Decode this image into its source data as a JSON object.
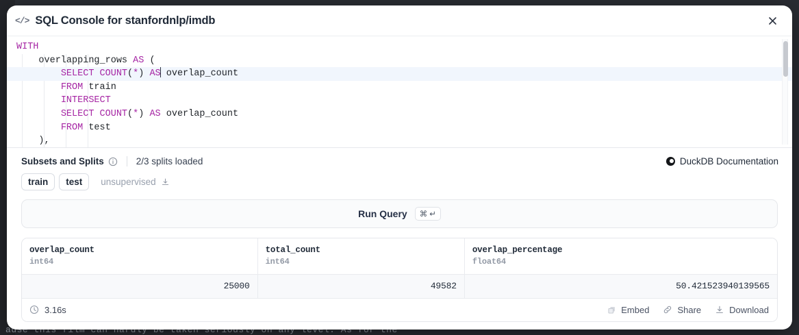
{
  "backdrop": {
    "text": "ause this film can hardly be taken seriously on any level. As for the"
  },
  "header": {
    "icon": "code-tag-icon",
    "title": "SQL Console for stanfordnlp/imdb",
    "close_icon": "close-icon"
  },
  "editor": {
    "lines": [
      [
        {
          "t": "WITH",
          "k": true
        }
      ],
      [
        {
          "t": "    overlapping_rows ",
          "k": false
        },
        {
          "t": "AS",
          "k": true
        },
        {
          "t": " (",
          "k": false
        }
      ],
      [
        {
          "t": "        ",
          "k": false
        },
        {
          "t": "SELECT COUNT",
          "k": true
        },
        {
          "t": "(",
          "k": false
        },
        {
          "t": "*",
          "k": true
        },
        {
          "t": ") ",
          "k": false
        },
        {
          "t": "AS",
          "k": true
        },
        {
          "t": "|",
          "k": false
        },
        {
          "t": " overlap_count",
          "k": false
        }
      ],
      [
        {
          "t": "        ",
          "k": false
        },
        {
          "t": "FROM",
          "k": true
        },
        {
          "t": " train",
          "k": false
        }
      ],
      [
        {
          "t": "        ",
          "k": false
        },
        {
          "t": "INTERSECT",
          "k": true
        }
      ],
      [
        {
          "t": "        ",
          "k": false
        },
        {
          "t": "SELECT COUNT",
          "k": true
        },
        {
          "t": "(",
          "k": false
        },
        {
          "t": "*",
          "k": true
        },
        {
          "t": ") ",
          "k": false
        },
        {
          "t": "AS",
          "k": true
        },
        {
          "t": " overlap_count",
          "k": false
        }
      ],
      [
        {
          "t": "        ",
          "k": false
        },
        {
          "t": "FROM",
          "k": true
        },
        {
          "t": " test",
          "k": false
        }
      ],
      [
        {
          "t": "    ),",
          "k": false
        }
      ]
    ],
    "active_line_index": 2,
    "scrollbar": "editor-vertical-scrollbar"
  },
  "subsets": {
    "label": "Subsets and Splits",
    "info_icon": "info-circle-icon",
    "splits_loaded": "2/3 splits loaded",
    "duckdb_label": "DuckDB Documentation",
    "duckdb_icon": "duckdb-logo-icon",
    "pills": [
      {
        "label": "train",
        "state": "active",
        "download": false
      },
      {
        "label": "test",
        "state": "active",
        "download": false
      },
      {
        "label": "unsupervised",
        "state": "muted",
        "download": true
      }
    ]
  },
  "run_query": {
    "label": "Run Query",
    "shortcut_meta": "⌘",
    "shortcut_enter": "↵"
  },
  "results": {
    "columns": [
      {
        "name": "overlap_count",
        "type": "int64"
      },
      {
        "name": "total_count",
        "type": "int64"
      },
      {
        "name": "overlap_percentage",
        "type": "float64"
      }
    ],
    "rows": [
      [
        "25000",
        "49582",
        "50.421523940139565"
      ]
    ],
    "footer": {
      "clock_icon": "clock-icon",
      "duration": "3.16s",
      "actions": [
        {
          "label": "Embed",
          "icon": "copy-icon"
        },
        {
          "label": "Share",
          "icon": "link-icon"
        },
        {
          "label": "Download",
          "icon": "download-icon"
        }
      ]
    }
  },
  "colors": {
    "keyword": "#a626a4",
    "active_line": "#f1f6fd",
    "surface": "#ffffff"
  }
}
